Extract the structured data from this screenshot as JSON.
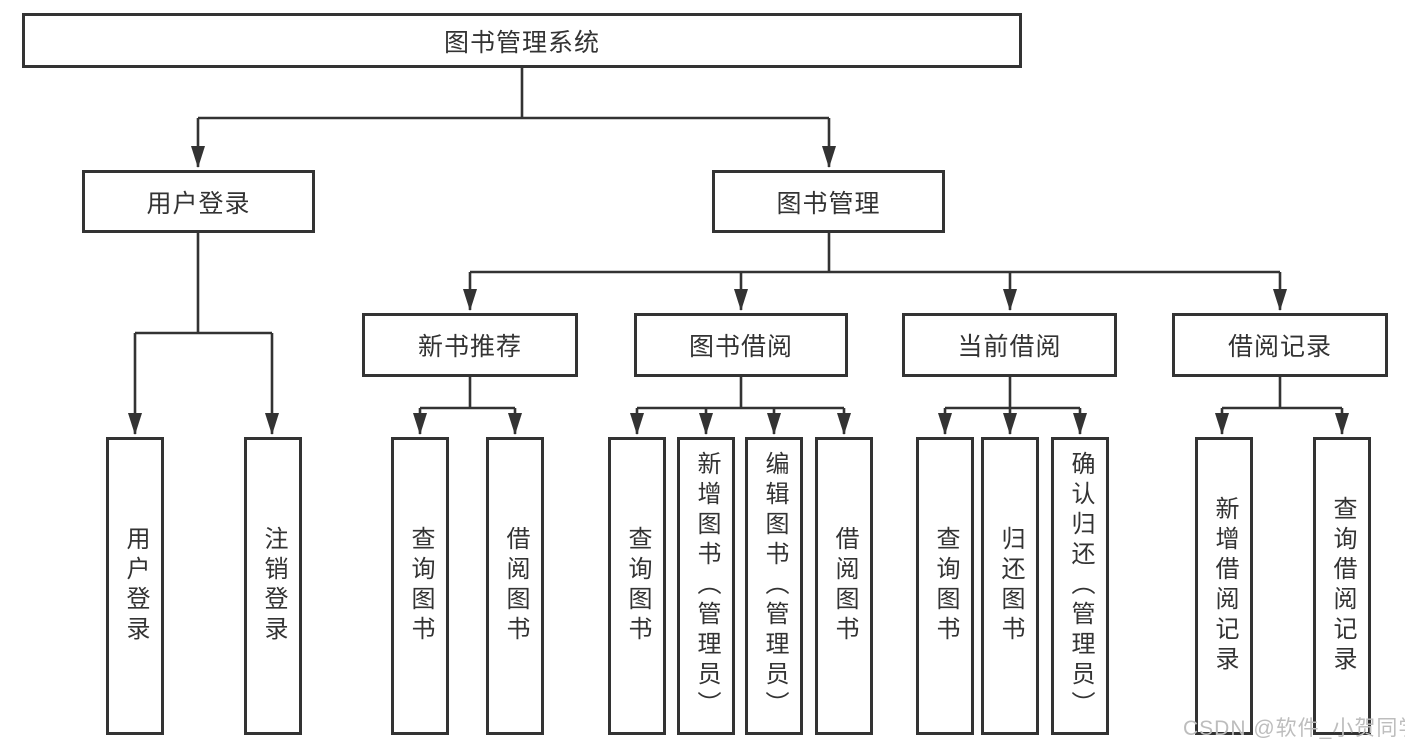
{
  "diagram": {
    "type": "hierarchy-tree",
    "colors": {
      "line": "#333333",
      "text": "#333333",
      "background": "#ffffff",
      "watermark": "#bdbdbd"
    },
    "nodes": {
      "root": {
        "label": "图书管理系统"
      },
      "user_login": {
        "label": "用户登录"
      },
      "book_mgmt": {
        "label": "图书管理"
      },
      "new_book_rec": {
        "label": "新书推荐"
      },
      "book_borrow": {
        "label": "图书借阅"
      },
      "current_borrow": {
        "label": "当前借阅"
      },
      "borrow_records": {
        "label": "借阅记录"
      },
      "leaf_user_login": {
        "label": "用户登录"
      },
      "leaf_logout": {
        "label": "注销登录"
      },
      "leaf_rec_query_book": {
        "label": "查询图书"
      },
      "leaf_rec_borrow_book": {
        "label": "借阅图书"
      },
      "leaf_bor_query_book": {
        "label": "查询图书"
      },
      "leaf_bor_add_book": {
        "label": "新增图书（管理员）"
      },
      "leaf_bor_edit_book": {
        "label": "编辑图书（管理员）"
      },
      "leaf_bor_borrow_book": {
        "label": "借阅图书"
      },
      "leaf_cur_query_book": {
        "label": "查询图书"
      },
      "leaf_cur_return_book": {
        "label": "归还图书"
      },
      "leaf_cur_confirm_return": {
        "label": "确认归还（管理员）"
      },
      "leaf_rec_add_record": {
        "label": "新增借阅记录"
      },
      "leaf_rec_query_record": {
        "label": "查询借阅记录"
      }
    },
    "watermark": "CSDN @软件_小贺同学"
  }
}
